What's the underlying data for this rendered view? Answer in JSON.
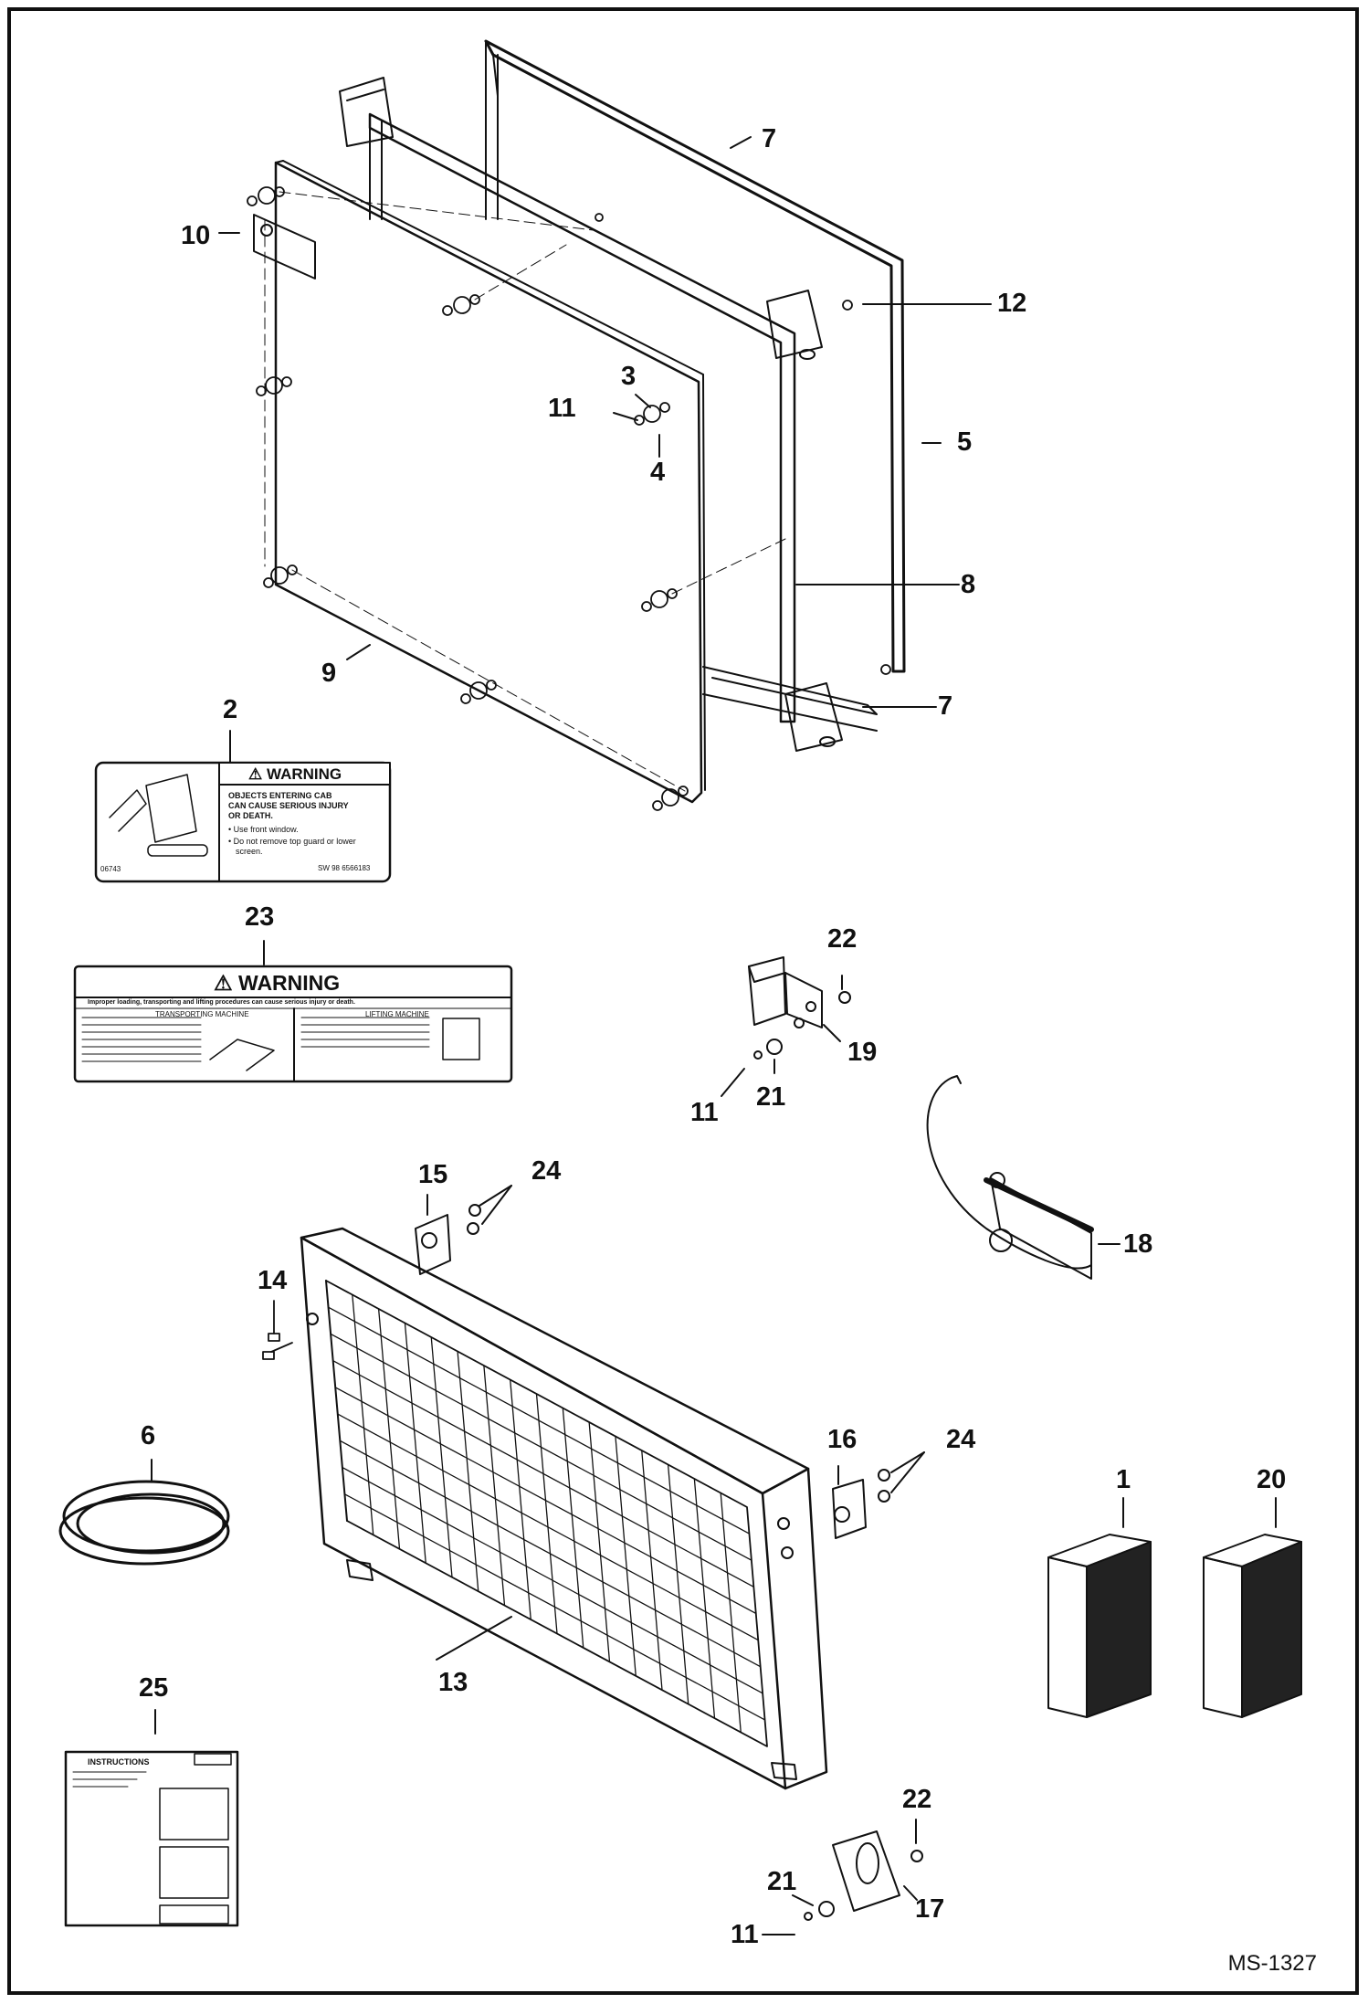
{
  "document_code": "MS-1327",
  "callouts": {
    "c1": "1",
    "c2": "2",
    "c3": "3",
    "c4": "4",
    "c5": "5",
    "c6": "6",
    "c7a": "7",
    "c7b": "7",
    "c8": "8",
    "c9": "9",
    "c10": "10",
    "c11a": "11",
    "c11b": "11",
    "c11c": "11",
    "c12": "12",
    "c13": "13",
    "c14": "14",
    "c15": "15",
    "c16": "16",
    "c17": "17",
    "c18": "18",
    "c19": "19",
    "c20": "20",
    "c21a": "21",
    "c21b": "21",
    "c22a": "22",
    "c22b": "22",
    "c23": "23",
    "c24a": "24",
    "c24b": "24",
    "c25": "25"
  },
  "decal_2": {
    "header": "⚠ WARNING",
    "line1": "OBJECTS ENTERING CAB",
    "line2": "CAN CAUSE SERIOUS INJURY",
    "line3": "OR DEATH.",
    "bullet1": "• Use front window.",
    "bullet2": "• Do not remove top guard or lower",
    "bullet2b": "  screen.",
    "code_left": "06743",
    "code_right": "SW 98  6566183"
  },
  "decal_23": {
    "header": "⚠ WARNING",
    "subheader": "Improper loading, transporting and lifting procedures can cause serious injury or death.",
    "col_left": "TRANSPORTING MACHINE",
    "col_right": "LIFTING MACHINE"
  },
  "manual_25": {
    "title": "INSTRUCTIONS"
  }
}
